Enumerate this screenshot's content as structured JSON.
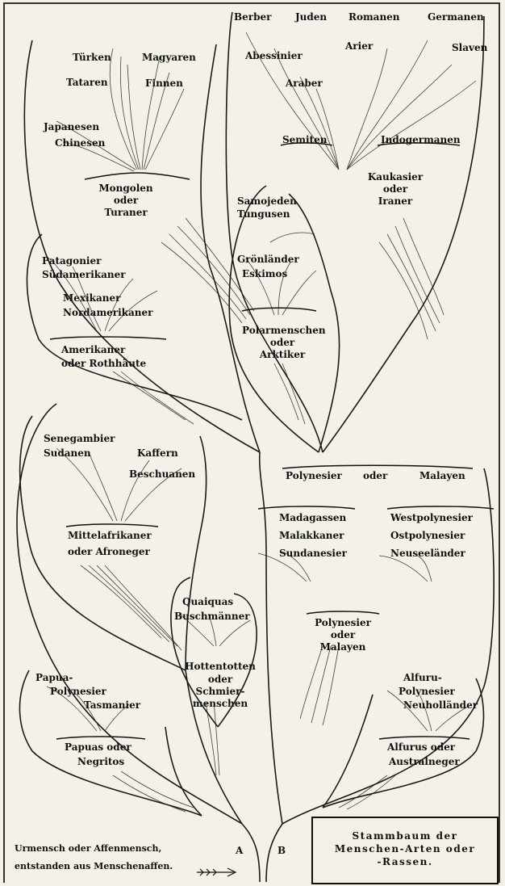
{
  "labels": {
    "turken": "Türken",
    "magyaren": "Magyaren",
    "tataren": "Tataren",
    "finnen": "Finnen",
    "japanesen": "Japanesen",
    "chinesen": "Chinesen",
    "mongolen": "Mongolen",
    "oder1": "oder",
    "turaner": "Turaner",
    "berber": "Berber",
    "juden": "Juden",
    "romanen": "Romanen",
    "germanen": "Germanen",
    "abessinier": "Abessinier",
    "arier": "Arier",
    "slaven": "Slaven",
    "araber": "Araber",
    "semiten": "Semiten",
    "indogermanen": "Indogermanen",
    "kaukasier": "Kaukasier",
    "oder2": "oder",
    "iraner": "Iraner",
    "samojeden": "Samojeden",
    "tungusen": "Tungusen",
    "gronlander": "Grönländer",
    "eskimos": "Eskimos",
    "polarmenschen": "Polarmenschen",
    "oder3": "oder",
    "arktiker": "Arktiker",
    "patagonier": "Patagonier",
    "sudamerikaner": "Südamerikaner",
    "mexikaner": "Mexikaner",
    "nordamerikaner": "Nordamerikaner",
    "amerikaner": "Amerikaner",
    "oder_rothhaute": "oder Rothhäute",
    "senegambier": "Senegambier",
    "sudanen": "Sudanen",
    "kaffern": "Kaffern",
    "beschuanen": "Beschuanen",
    "mittelafrikaner": "Mittelafrikaner",
    "oder_afroneger": "oder Afroneger",
    "polynesier_oder_malayen": [
      "Polynesier",
      "oder",
      "Malayen"
    ],
    "madagassen": "Madagassen",
    "malakkaner": "Malakkaner",
    "sundanesier": "Sundanesier",
    "westpolynesier": "Westpolynesier",
    "ostpolynesier": "Ostpolynesier",
    "neuseelander": "Neuseeländer",
    "polynesier2": "Polynesier",
    "oder4": "oder",
    "malayen2": "Malayen",
    "quaiquas": "Quaiquas",
    "buschmanner": "Buschmänner",
    "hottentotten": "Hottentotten",
    "oder5": "oder",
    "schmier": "Schmier-",
    "menschen": "menschen",
    "papua_poly": "Papua-",
    "polynesier3": "Polynesier",
    "tasmanier": "Tasmanier",
    "papuas_oder": "Papuas oder",
    "negritos": "Negritos",
    "alfuru": "Alfuru-",
    "polynesier4": "Polynesier",
    "neuhollander": "Neuholländer",
    "alfurus_oder": "Alfurus oder",
    "australneger": "Australneger"
  },
  "caption": {
    "line1": "Urmensch oder Affenmensch,",
    "line2": "entstanden aus Menschenaffen."
  },
  "branch_letters": {
    "a": "A",
    "b": "B"
  },
  "title_box": {
    "line1": "Stammbaum der",
    "line2": "Menschen-Arten oder",
    "line3": "-Rassen."
  }
}
